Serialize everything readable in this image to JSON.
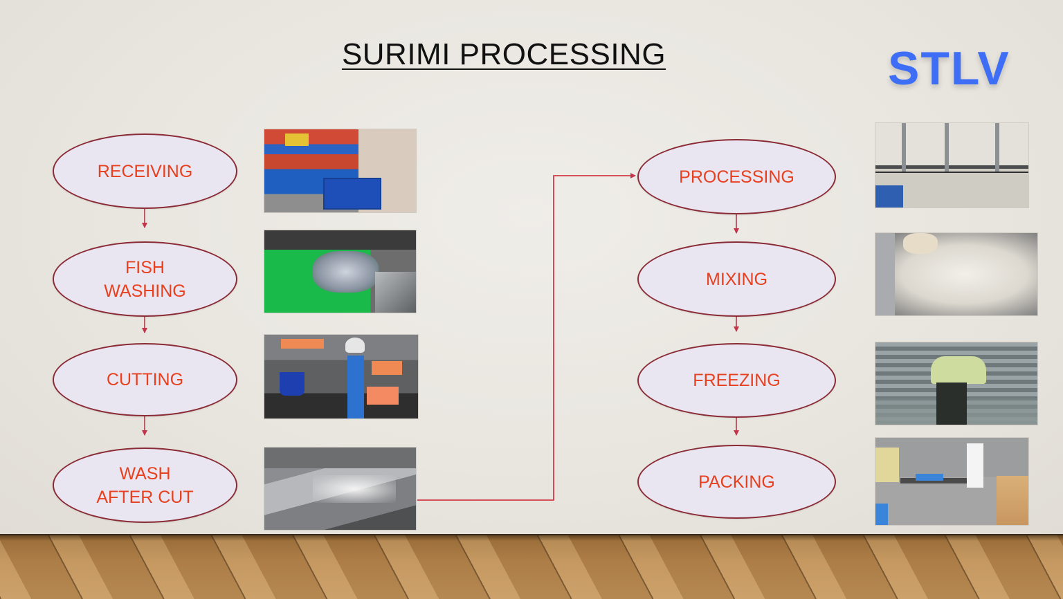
{
  "slide": {
    "title": "SURIMI PROCESSING",
    "logo": "STLV",
    "colors": {
      "node_text": "#e8401f",
      "node_border": "#8a2b36",
      "node_fill": "#e9e6f1",
      "connector": "#d23a48",
      "logo": "#3d6ef5",
      "title": "#111111"
    }
  },
  "flow": {
    "left_column": [
      {
        "label": "RECEIVING",
        "photo": "fish-crates-receiving-photo"
      },
      {
        "label": "FISH\nWASHING",
        "photo": "fish-washing-green-bins-photo"
      },
      {
        "label": "CUTTING",
        "photo": "workers-cutting-fish-photo"
      },
      {
        "label": "WASH\nAFTER CUT",
        "photo": "wash-tank-photo"
      }
    ],
    "right_column": [
      {
        "label": "PROCESSING",
        "photo": "surimi-screw-press-photo"
      },
      {
        "label": "MIXING",
        "photo": "surimi-mixing-photo"
      },
      {
        "label": "FREEZING",
        "photo": "plate-freezer-photo"
      },
      {
        "label": "PACKING",
        "photo": "packing-station-photo"
      }
    ]
  }
}
